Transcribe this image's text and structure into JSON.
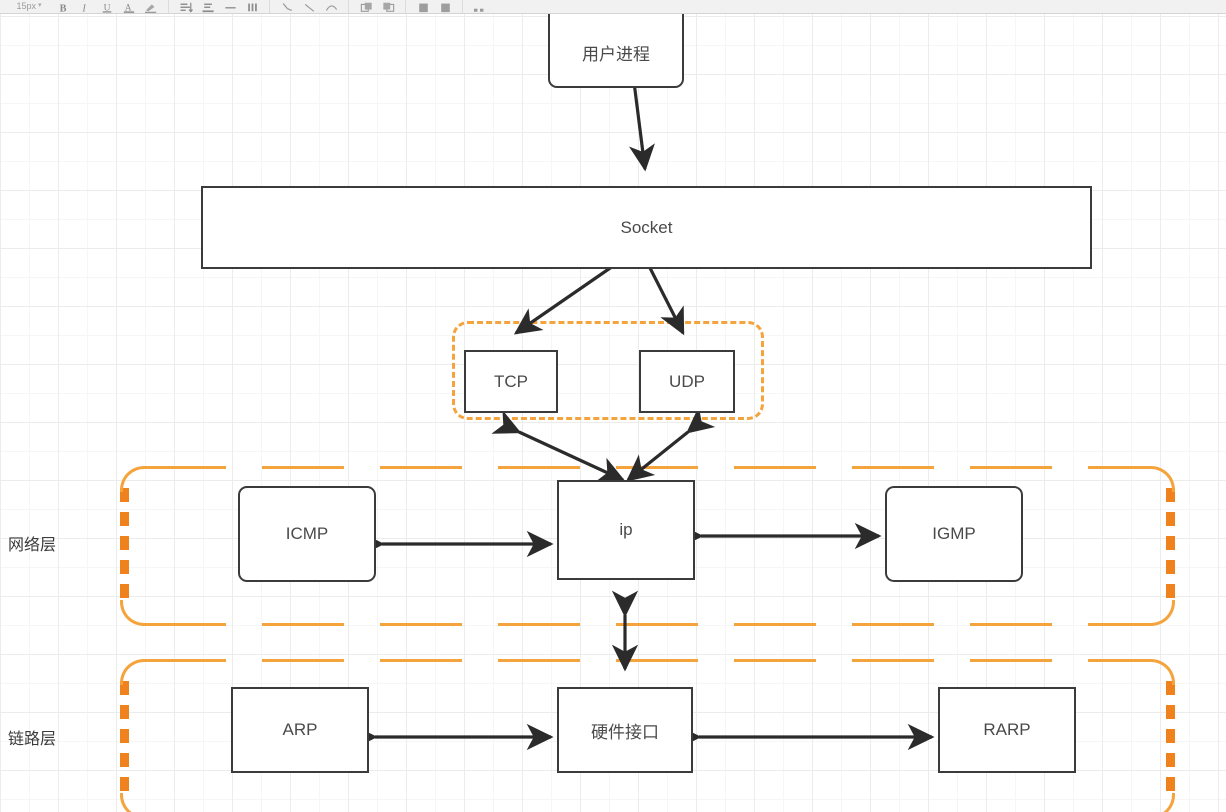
{
  "toolbar": {
    "font_size_value": "15px",
    "groups": [
      {
        "name": "text-format",
        "items": [
          {
            "icon": "font-size-select",
            "label": "15px"
          },
          {
            "icon": "bold-icon",
            "label": "B"
          },
          {
            "icon": "italic-icon",
            "label": "I"
          },
          {
            "icon": "underline-icon",
            "label": "U"
          },
          {
            "icon": "text-color-icon",
            "label": "A"
          },
          {
            "icon": "highlight-color-icon",
            "label": ""
          }
        ]
      },
      {
        "name": "paragraph",
        "items": [
          {
            "icon": "text-align-icon",
            "label": ""
          },
          {
            "icon": "vertical-align-icon",
            "label": ""
          },
          {
            "icon": "line-style-icon",
            "label": ""
          },
          {
            "icon": "line-width-icon",
            "label": ""
          }
        ]
      },
      {
        "name": "connector",
        "items": [
          {
            "icon": "connector-elbow-icon",
            "label": ""
          },
          {
            "icon": "connector-straight-icon",
            "label": ""
          },
          {
            "icon": "connector-curve-icon",
            "label": ""
          }
        ]
      },
      {
        "name": "arrange",
        "items": [
          {
            "icon": "bring-forward-icon",
            "label": ""
          },
          {
            "icon": "send-backward-icon",
            "label": ""
          }
        ]
      },
      {
        "name": "fill",
        "items": [
          {
            "icon": "fill-color-icon",
            "label": ""
          },
          {
            "icon": "shadow-icon",
            "label": ""
          }
        ]
      },
      {
        "name": "more",
        "items": [
          {
            "icon": "more-options-icon",
            "label": ""
          }
        ]
      }
    ]
  },
  "diagram": {
    "title": "TCP/IP protocol stack",
    "colors": {
      "node_border": "#3b3b3b",
      "node_fill": "#ffffff",
      "node_text": "#4a4a4a",
      "group_orange_light": "#f5a33c",
      "group_orange_dark": "#f0821e",
      "arrow": "#2b2b2b",
      "grid_minor": "#f6f6f6",
      "grid_major": "#ececec"
    },
    "nodes": [
      {
        "id": "user-process",
        "label": "用户进程"
      },
      {
        "id": "socket",
        "label": "Socket"
      },
      {
        "id": "tcp",
        "label": "TCP"
      },
      {
        "id": "udp",
        "label": "UDP"
      },
      {
        "id": "icmp",
        "label": "ICMP"
      },
      {
        "id": "ip",
        "label": "ip"
      },
      {
        "id": "igmp",
        "label": "IGMP"
      },
      {
        "id": "arp",
        "label": "ARP"
      },
      {
        "id": "hardware-interface",
        "label": "硬件接口"
      },
      {
        "id": "rarp",
        "label": "RARP"
      }
    ],
    "layers": [
      {
        "id": "network-layer",
        "label": "网络层"
      },
      {
        "id": "link-layer",
        "label": "链路层"
      }
    ],
    "connections": [
      {
        "from": "user-process",
        "to": "socket",
        "style": "double-arrow"
      },
      {
        "from": "socket",
        "to": "tcp",
        "style": "double-arrow"
      },
      {
        "from": "socket",
        "to": "udp",
        "style": "double-arrow"
      },
      {
        "from": "tcp",
        "to": "ip",
        "style": "double-arrow"
      },
      {
        "from": "udp",
        "to": "ip",
        "style": "double-arrow"
      },
      {
        "from": "icmp",
        "to": "ip",
        "style": "double-arrow"
      },
      {
        "from": "ip",
        "to": "igmp",
        "style": "double-arrow"
      },
      {
        "from": "ip",
        "to": "hardware-interface",
        "style": "double-arrow"
      },
      {
        "from": "arp",
        "to": "hardware-interface",
        "style": "double-arrow"
      },
      {
        "from": "hardware-interface",
        "to": "rarp",
        "style": "double-arrow"
      }
    ]
  }
}
